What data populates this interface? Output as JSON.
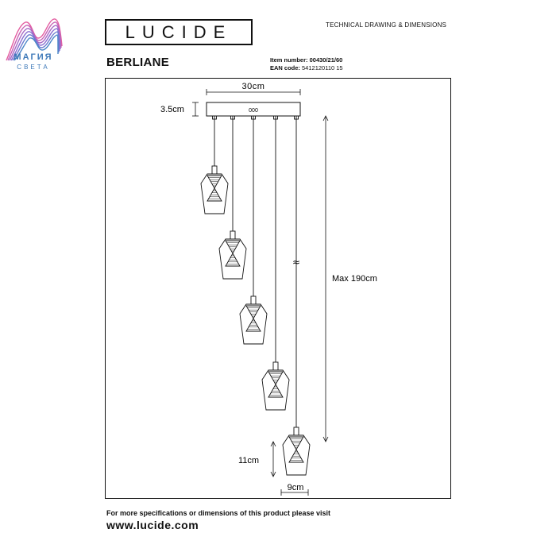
{
  "watermark": {
    "name": "МАГИЯ",
    "subtitle": "СВЕТА",
    "colors": [
      "#e35da0",
      "#8a6fd1",
      "#4a86c8"
    ]
  },
  "header": {
    "brand": "LUCIDE",
    "document_type": "TECHNICAL DRAWING & DIMENSIONS",
    "product_name": "BERLIANE",
    "item_number_label": "Item number:",
    "item_number": "00430/21/60",
    "ean_label": "EAN code:",
    "ean_code": "5412120110 15"
  },
  "dimensions": {
    "canopy_width": "30cm",
    "canopy_height": "3.5cm",
    "max_height": "Max 190cm",
    "shade_height": "11cm",
    "shade_width": "9cm"
  },
  "drawing": {
    "pendant_count": 5,
    "canopy_marking": "000",
    "cable_break_symbol": "≈"
  },
  "footer": {
    "text": "For more specifications or dimensions of this product please visit",
    "url": "www.lucide.com"
  }
}
